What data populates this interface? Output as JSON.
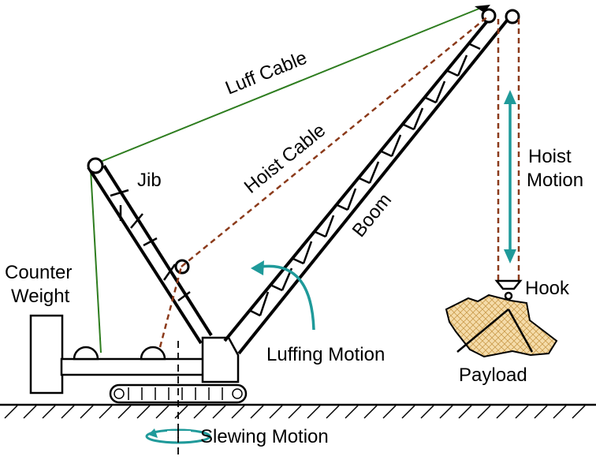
{
  "labels": {
    "luff_cable": "Luff Cable",
    "hoist_cable": "Hoist Cable",
    "jib": "Jib",
    "boom": "Boom",
    "hoist_motion_1": "Hoist",
    "hoist_motion_2": "Motion",
    "counter_weight_1": "Counter",
    "counter_weight_2": "Weight",
    "hook": "Hook",
    "luffing_motion": "Luffing Motion",
    "payload": "Payload",
    "slewing_motion": "Slewing Motion"
  },
  "colors": {
    "luff_cable": "#2e7d1f",
    "hoist_cable": "#8b3a1a",
    "motion_arrow": "#1f9a9a",
    "structure": "#000000",
    "payload_fill": "#f3d9a8"
  },
  "icons": {
    "hook": "hook-icon",
    "payload": "rock-icon"
  }
}
